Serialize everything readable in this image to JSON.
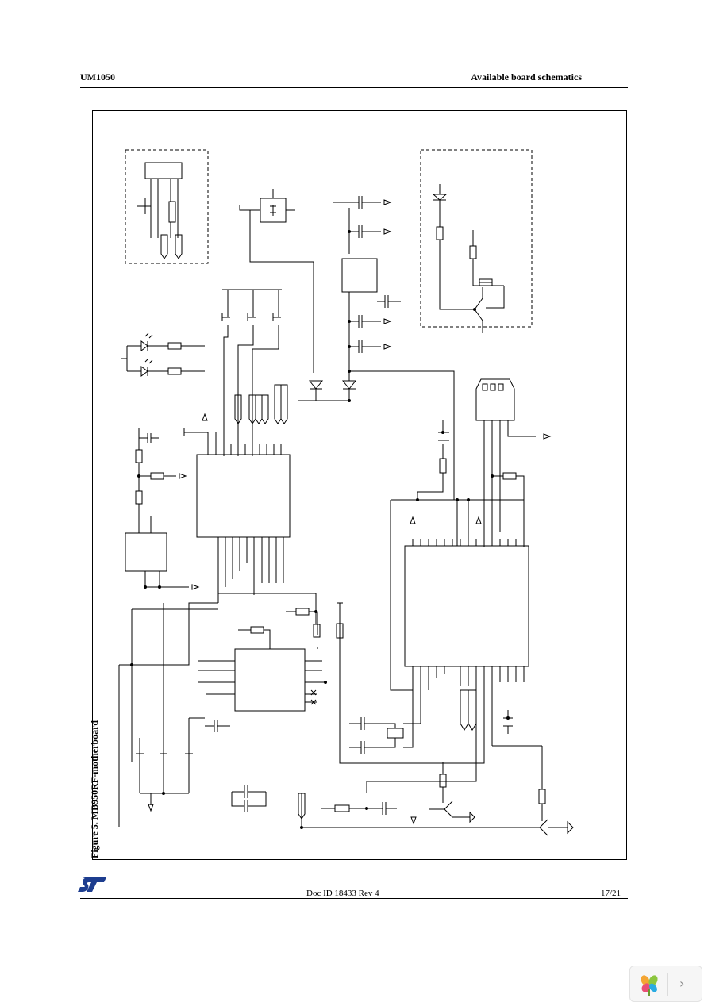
{
  "header": {
    "doc_code": "UM1050",
    "section_title": "Available board schematics"
  },
  "figure": {
    "caption": "Figure 5.      MB950RF-motherboard"
  },
  "footer": {
    "doc_id": "Doc ID 18433 Rev 4",
    "page": "17/21"
  },
  "logo": {
    "icon": "st-logo-icon",
    "color": "#1d3d8f"
  },
  "viewer_widget": {
    "icon": "flower-icon",
    "next_icon": "chevron-right-icon"
  }
}
